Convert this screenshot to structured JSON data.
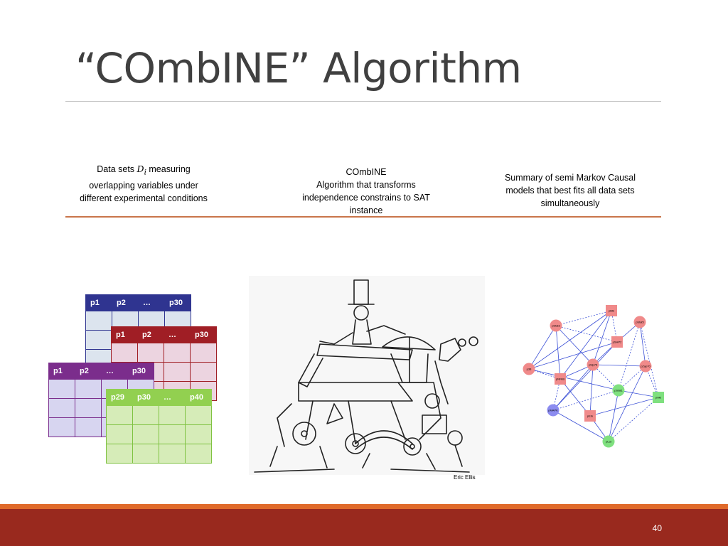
{
  "slide": {
    "title": "“COmbINE” Algorithm",
    "page_number": "40"
  },
  "captions": {
    "left_pre": "Data sets ",
    "left_var": "D",
    "left_sub": "i",
    "left_post": " measuring overlapping variables under different experimental conditions",
    "middle_line1": "COmbINE",
    "middle_line2": "Algorithm that transforms independence constrains to SAT instance",
    "right": "Summary of semi Markov Causal models that best fits all data sets simultaneously"
  },
  "tables": {
    "blue": {
      "h1": "p1",
      "h2": "p2",
      "h3": "…",
      "h4": "p30"
    },
    "red": {
      "h1": "p1",
      "h2": "p2",
      "h3": "…",
      "h4": "p30"
    },
    "purple": {
      "h1": "p1",
      "h2": "p2",
      "h3": "…",
      "h4": "p30"
    },
    "green": {
      "h1": "p29",
      "h2": "p30",
      "h3": "…",
      "h4": "p40"
    }
  },
  "drawing": {
    "credit": "Eric Ellis"
  },
  "network": {
    "colors": {
      "red": "#f08a8a",
      "green": "#7fe07f",
      "blue": "#8c8cf0",
      "edge": "#3a4fd6"
    },
    "nodes": [
      {
        "label": "pBtk",
        "shape": "square",
        "color": "red"
      },
      {
        "label": "pStat3",
        "shape": "circle",
        "color": "red"
      },
      {
        "label": "pStat5",
        "shape": "circle",
        "color": "red"
      },
      {
        "label": "pSHP2",
        "shape": "square",
        "color": "red"
      },
      {
        "label": "pZap70",
        "shape": "circle",
        "color": "red"
      },
      {
        "label": "p38",
        "shape": "circle",
        "color": "red"
      },
      {
        "label": "pNFkB",
        "shape": "square",
        "color": "red"
      },
      {
        "label": "pSlp76",
        "shape": "circle",
        "color": "red"
      },
      {
        "label": "pStat1",
        "shape": "circle",
        "color": "green"
      },
      {
        "label": "pAkt",
        "shape": "square",
        "color": "green"
      },
      {
        "label": "pMAPK",
        "shape": "circle",
        "color": "blue"
      },
      {
        "label": "pErk",
        "shape": "square",
        "color": "red"
      },
      {
        "label": "pLat",
        "shape": "circle",
        "color": "green"
      }
    ]
  }
}
